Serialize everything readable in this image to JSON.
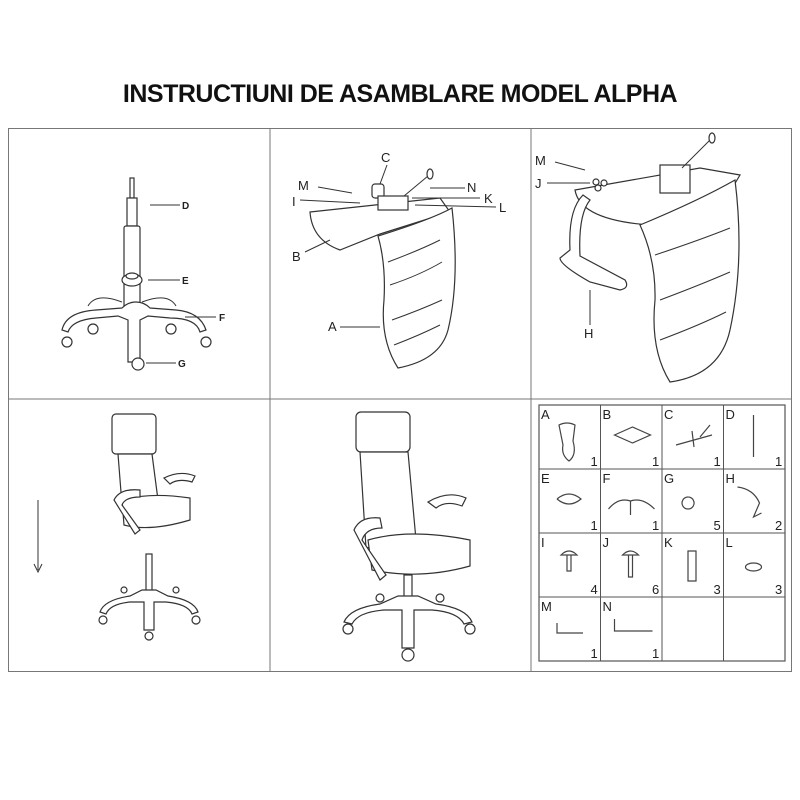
{
  "title": "INSTRUCTIUNI DE ASAMBLARE MODEL ALPHA",
  "step1": {
    "labels": [
      "D",
      "E",
      "F",
      "G"
    ]
  },
  "step2": {
    "labels": [
      "C",
      "M",
      "I",
      "N",
      "K",
      "L",
      "B",
      "A"
    ]
  },
  "step3": {
    "labels": [
      "M",
      "J",
      "H"
    ]
  },
  "parts": [
    {
      "letter": "A",
      "qty": "1"
    },
    {
      "letter": "B",
      "qty": "1"
    },
    {
      "letter": "C",
      "qty": "1"
    },
    {
      "letter": "D",
      "qty": "1"
    },
    {
      "letter": "E",
      "qty": "1"
    },
    {
      "letter": "F",
      "qty": "1"
    },
    {
      "letter": "G",
      "qty": "5"
    },
    {
      "letter": "H",
      "qty": "2"
    },
    {
      "letter": "I",
      "qty": "4"
    },
    {
      "letter": "J",
      "qty": "6"
    },
    {
      "letter": "K",
      "qty": "3"
    },
    {
      "letter": "L",
      "qty": "3"
    },
    {
      "letter": "M",
      "qty": "1"
    },
    {
      "letter": "N",
      "qty": "1"
    }
  ]
}
